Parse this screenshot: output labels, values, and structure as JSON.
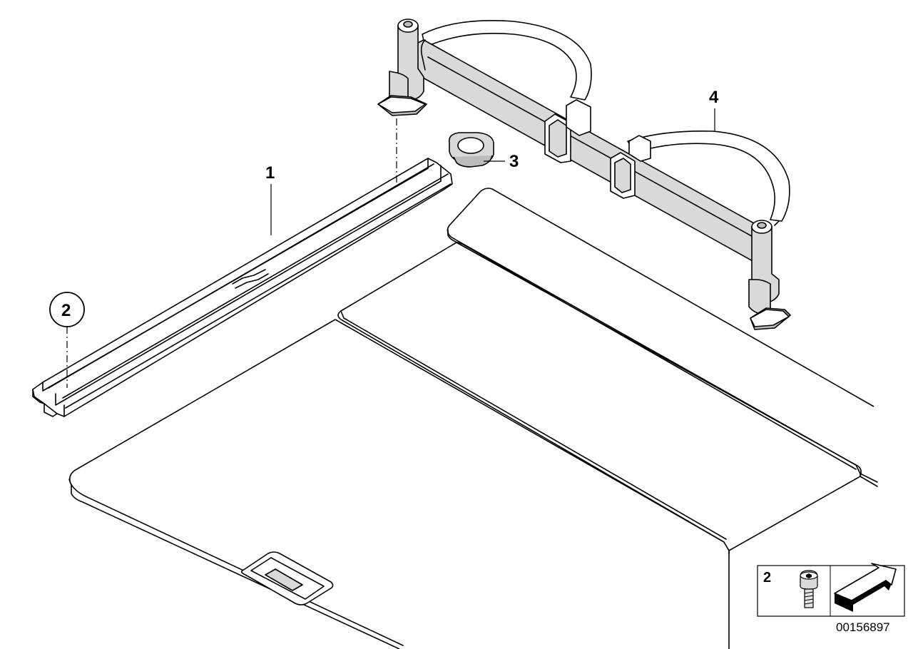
{
  "callouts": {
    "part1": "1",
    "part2": "2",
    "part3": "3",
    "part4": "4"
  },
  "legend": {
    "part_number": "2"
  },
  "catalog_number": "00156897",
  "icons": [
    "screw-icon",
    "direction-arrow-icon"
  ]
}
